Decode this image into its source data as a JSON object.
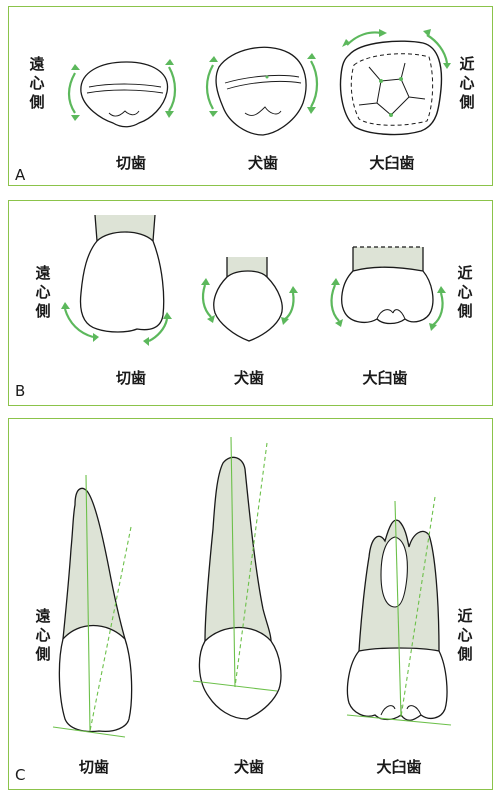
{
  "colors": {
    "frame": "#8bc34a",
    "arrow": "#5cb85c",
    "root_fill": "#dde3d6",
    "outline": "#1a1a1a",
    "axis": "#6cc04a"
  },
  "sides": {
    "distal": "遠\n心\n側",
    "mesial": "近\n心\n側"
  },
  "teeth": {
    "incisor": "切歯",
    "canine": "犬歯",
    "molar": "大臼歯"
  },
  "panels": [
    {
      "letter": "A"
    },
    {
      "letter": "B"
    },
    {
      "letter": "C"
    }
  ],
  "icons": [
    "curved-double-arrow-icon",
    "tooth-occlusal-outline",
    "tooth-crown-outline",
    "tooth-long-axis-line"
  ]
}
